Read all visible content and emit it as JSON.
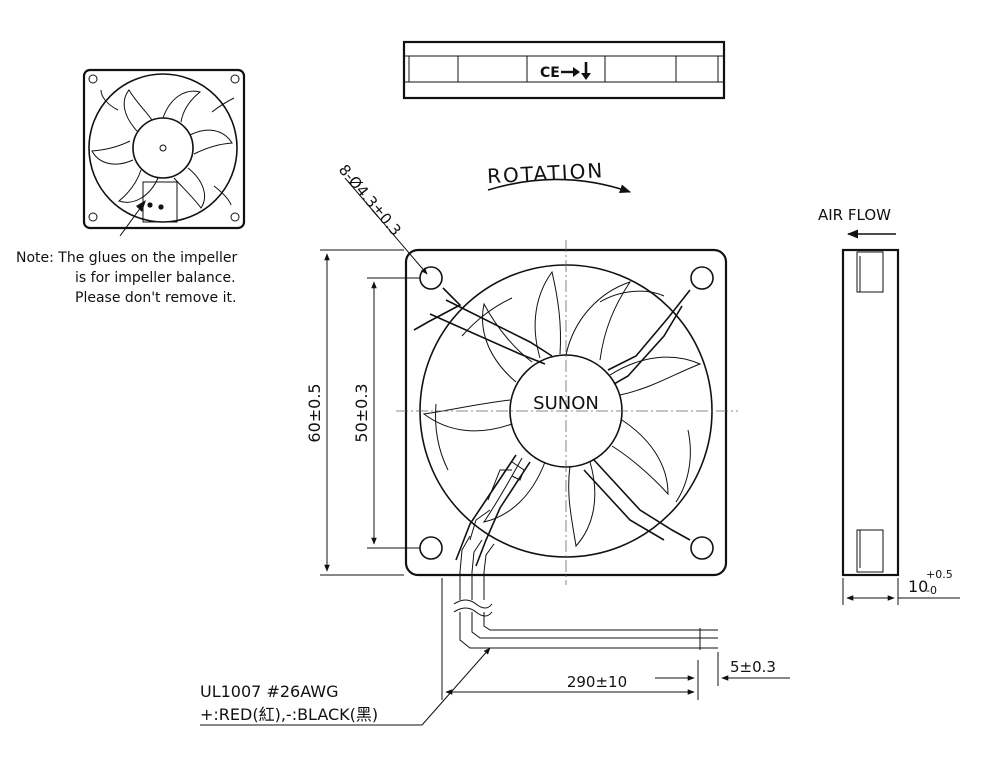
{
  "note": {
    "line1": "Note: The glues on the impeller",
    "line2": "is for impeller balance.",
    "line3": "Please don't remove it."
  },
  "label": {
    "rotation": "ROTATION",
    "air_flow": "AIR FLOW",
    "brand": "SUNON",
    "top_mark": "CE"
  },
  "dimensions": {
    "holes": "8-Ø4.3±0.3",
    "outer": "60±0.5",
    "pitch": "50±0.3",
    "lead_length": "290±10",
    "strip": "5±0.3",
    "thickness_base": "10",
    "thickness_upper": "+0.5",
    "thickness_lower": "-0"
  },
  "wire": {
    "spec": "UL1007 #26AWG",
    "colors": "+:RED(紅),-:BLACK(黑)"
  }
}
